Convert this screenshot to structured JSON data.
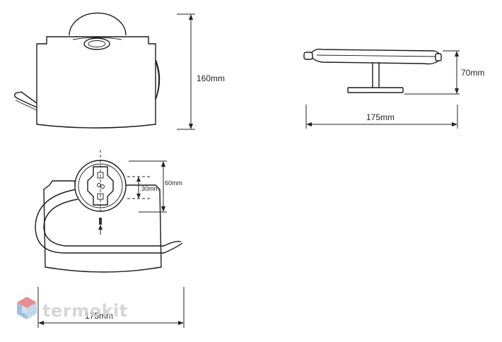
{
  "dimensions": {
    "front_height": "160mm",
    "side_height": "70mm",
    "side_width": "175mm",
    "bottom_width": "175mm",
    "mount_spacing": "60mm",
    "mount_hole": "30mm"
  },
  "watermark": {
    "text": "termokit"
  },
  "colors": {
    "line": "#1a1a1a",
    "watermark_gray": "#d0d0d0",
    "watermark_red": "#e27a80",
    "watermark_blue": "#8fb4dc"
  }
}
